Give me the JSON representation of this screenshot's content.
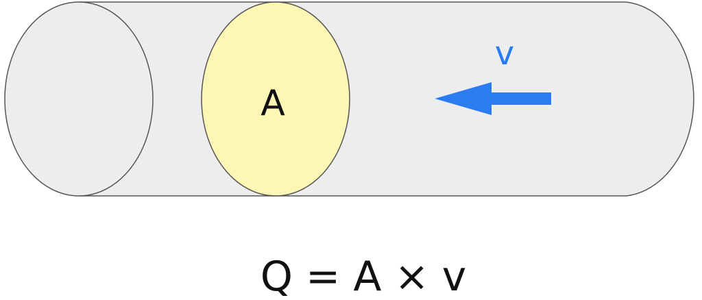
{
  "diagram": {
    "area_label": "A",
    "velocity_label": "v",
    "formula": "Q = A × v",
    "colors": {
      "pipe_fill": "#ededed",
      "pipe_stroke": "#555555",
      "cross_section_fill": "#fdf6b5",
      "arrow": "#2b7cf0",
      "text": "#111111"
    },
    "arrow_direction": "left"
  }
}
